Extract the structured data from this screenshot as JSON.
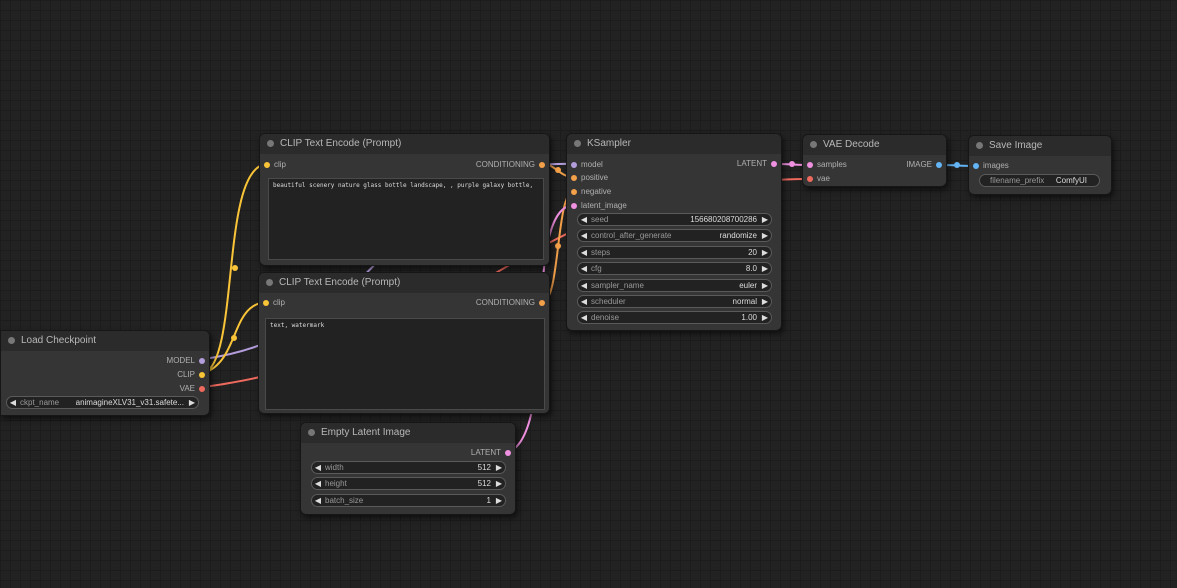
{
  "colors": {
    "clip": "#f9c437",
    "conditioning": "#f3a04a",
    "model": "#b39ddb",
    "vae": "#ef6a5e",
    "latent": "#f090e0",
    "image": "#64b5f6"
  },
  "load_checkpoint": {
    "title": "Load Checkpoint",
    "outputs": [
      "MODEL",
      "CLIP",
      "VAE"
    ],
    "ckpt_label": "ckpt_name",
    "ckpt_value": "animagineXLV31_v31.safete..."
  },
  "clip_positive": {
    "title": "CLIP Text Encode (Prompt)",
    "input": "clip",
    "output": "CONDITIONING",
    "text": "beautiful scenery nature glass bottle landscape, , purple galaxy bottle,"
  },
  "clip_negative": {
    "title": "CLIP Text Encode (Prompt)",
    "input": "clip",
    "output": "CONDITIONING",
    "text": "text, watermark"
  },
  "empty_latent": {
    "title": "Empty Latent Image",
    "output": "LATENT",
    "widgets": [
      {
        "label": "width",
        "value": "512"
      },
      {
        "label": "height",
        "value": "512"
      },
      {
        "label": "batch_size",
        "value": "1"
      }
    ]
  },
  "ksampler": {
    "title": "KSampler",
    "inputs": [
      "model",
      "positive",
      "negative",
      "latent_image"
    ],
    "output": "LATENT",
    "widgets": [
      {
        "label": "seed",
        "value": "156680208700286"
      },
      {
        "label": "control_after_generate",
        "value": "randomize"
      },
      {
        "label": "steps",
        "value": "20"
      },
      {
        "label": "cfg",
        "value": "8.0"
      },
      {
        "label": "sampler_name",
        "value": "euler"
      },
      {
        "label": "scheduler",
        "value": "normal"
      },
      {
        "label": "denoise",
        "value": "1.00"
      }
    ]
  },
  "vae_decode": {
    "title": "VAE Decode",
    "inputs": [
      "samples",
      "vae"
    ],
    "output": "IMAGE"
  },
  "save_image": {
    "title": "Save Image",
    "input": "images",
    "prefix_label": "filename_prefix",
    "prefix_value": "ComfyUI"
  },
  "icons": {
    "arrow_left": "◀",
    "arrow_right": "▶"
  }
}
